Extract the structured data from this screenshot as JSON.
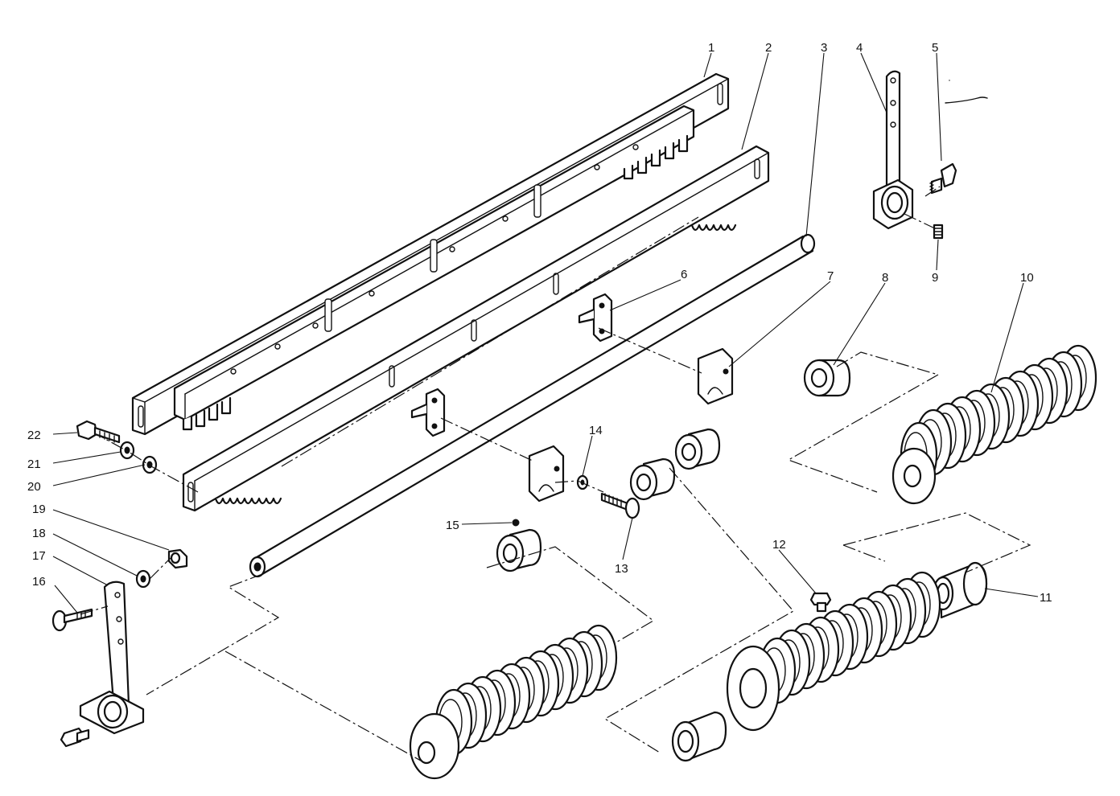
{
  "callouts": [
    {
      "id": 1,
      "text": "1"
    },
    {
      "id": 2,
      "text": "2"
    },
    {
      "id": 3,
      "text": "3"
    },
    {
      "id": 4,
      "text": "4"
    },
    {
      "id": 5,
      "text": "5"
    },
    {
      "id": 6,
      "text": "6"
    },
    {
      "id": 7,
      "text": "7"
    },
    {
      "id": 8,
      "text": "8"
    },
    {
      "id": 9,
      "text": "9"
    },
    {
      "id": 10,
      "text": "10"
    },
    {
      "id": 11,
      "text": "11"
    },
    {
      "id": 12,
      "text": "12"
    },
    {
      "id": 13,
      "text": "13"
    },
    {
      "id": 14,
      "text": "14"
    },
    {
      "id": 15,
      "text": "15"
    },
    {
      "id": 16,
      "text": "16"
    },
    {
      "id": 17,
      "text": "17"
    },
    {
      "id": 18,
      "text": "18"
    },
    {
      "id": 19,
      "text": "19"
    },
    {
      "id": 20,
      "text": "20"
    },
    {
      "id": 21,
      "text": "21"
    },
    {
      "id": 22,
      "text": "22"
    }
  ],
  "colors": {
    "ink": "#111111",
    "paper": "#ffffff"
  }
}
